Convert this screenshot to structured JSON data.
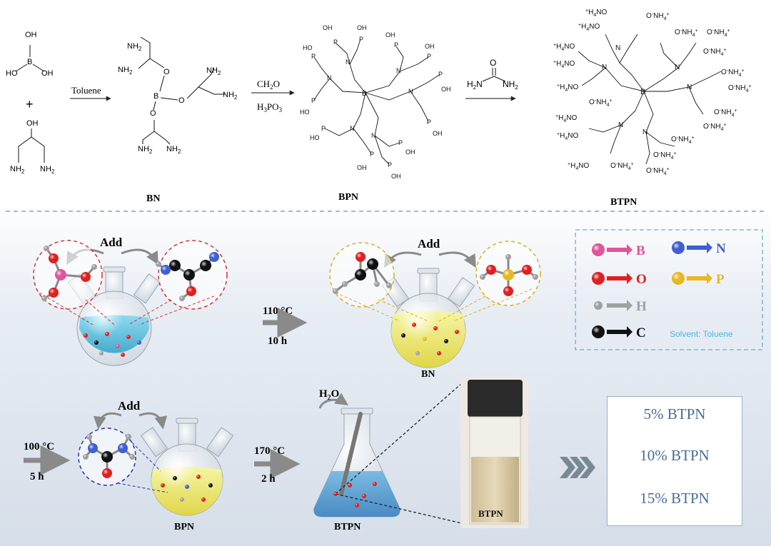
{
  "reaction": {
    "boric_acid_oh": [
      "OH",
      "OH",
      "HO"
    ],
    "boric_acid_b": "B",
    "plus": "+",
    "diamine_oh": "OH",
    "nh2": "NH",
    "sub2": "2",
    "step1_reagent": "Toluene",
    "bn_label": "BN",
    "step2_reagent1": "CH",
    "step2_reagent1_sub": "2",
    "step2_reagent1_tail": "O",
    "step2_reagent2": "H",
    "step2_reagent2_sub": "3",
    "step2_reagent2_tail": "PO",
    "step2_reagent2_sub2": "3",
    "bpn_label": "BPN",
    "urea_h2n": "H",
    "urea_nh2": "NH",
    "urea_o": "O",
    "btpn_label": "BTPN",
    "atom_o": "O",
    "atom_b": "B",
    "atom_n": "N",
    "atom_p": "P",
    "oh": "OH",
    "ho": "HO",
    "o_nh4": "O",
    "nh4": "NH",
    "h4n": "H",
    "plus_sign": "+"
  },
  "process": {
    "add_label": "Add",
    "step_a_temp": "110 °C",
    "step_a_time": "10 h",
    "flask2_label": "BN",
    "step_b_temp": "100 °C",
    "step_b_time": "5 h",
    "flask3_label": "BPN",
    "h2o_label": "H",
    "h2o_sub": "2",
    "h2o_tail": "O",
    "step_c_temp": "170 °C",
    "step_c_time": "2 h",
    "flask4_label": "BTPN",
    "vial_label": "BTPN",
    "results": [
      "5%  BTPN",
      "10% BTPN",
      "15% BTPN"
    ]
  },
  "legend": {
    "items": [
      {
        "atom": "B",
        "color": "#e0559a"
      },
      {
        "atom": "N",
        "color": "#3f5fd0"
      },
      {
        "atom": "O",
        "color": "#e02020"
      },
      {
        "atom": "P",
        "color": "#e7b820"
      },
      {
        "atom": "H",
        "color": "#a0a0a0"
      },
      {
        "atom": "C",
        "color": "#111111"
      }
    ],
    "solvent": "Solvent:  Toluene"
  },
  "colors": {
    "divider": "#7aa6c8",
    "red_dash": "#d63030",
    "yellow_dash": "#d9b21a",
    "blue_dash": "#2a2fa8",
    "arrow_grey": "#8a8a8a",
    "liquid_blue": "#5cc3e0",
    "liquid_yellow": "#ecec5a"
  }
}
